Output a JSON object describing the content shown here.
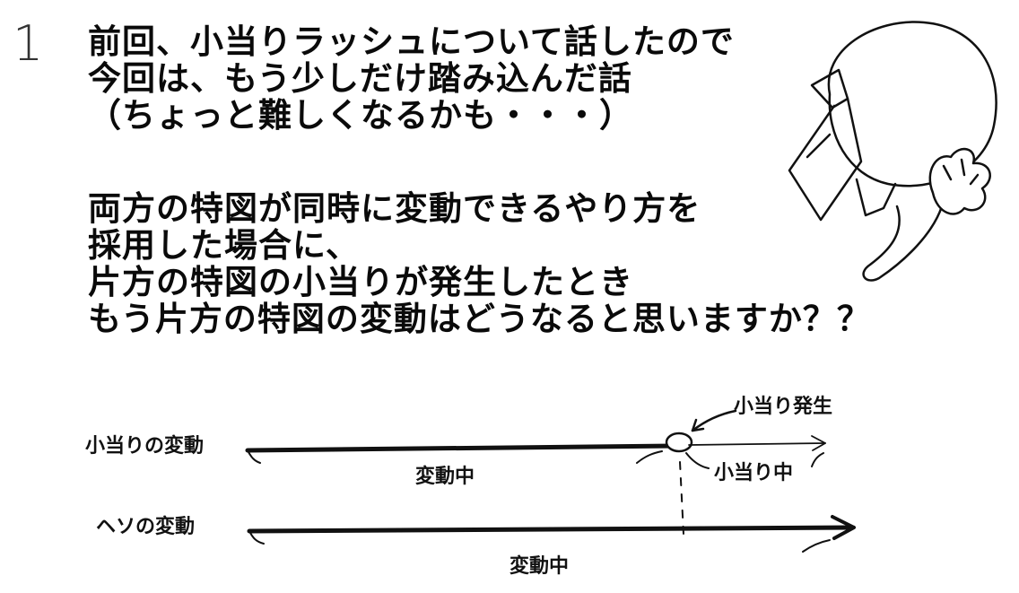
{
  "page_number": "1",
  "intro": {
    "lines": [
      "前回、小当りラッシュについて話したので",
      "今回は、もう少しだけ踏み込んだ話",
      "（ちょっと難しくなるかも・・・）"
    ]
  },
  "question": {
    "lines": [
      "両方の特図が同時に変動できるやり方を",
      "採用した場合に、",
      "片方の特図の小当りが発生したとき",
      "もう片方の特図の変動はどうなると思いますか？？"
    ]
  },
  "diagram": {
    "top_row_label": "小当りの変動",
    "top_row_varying": "変動中",
    "win_occurs": "小当り発生",
    "during_win": "小当り中",
    "bottom_row_label": "ヘソの変動",
    "bottom_row_varying": "変動中"
  }
}
